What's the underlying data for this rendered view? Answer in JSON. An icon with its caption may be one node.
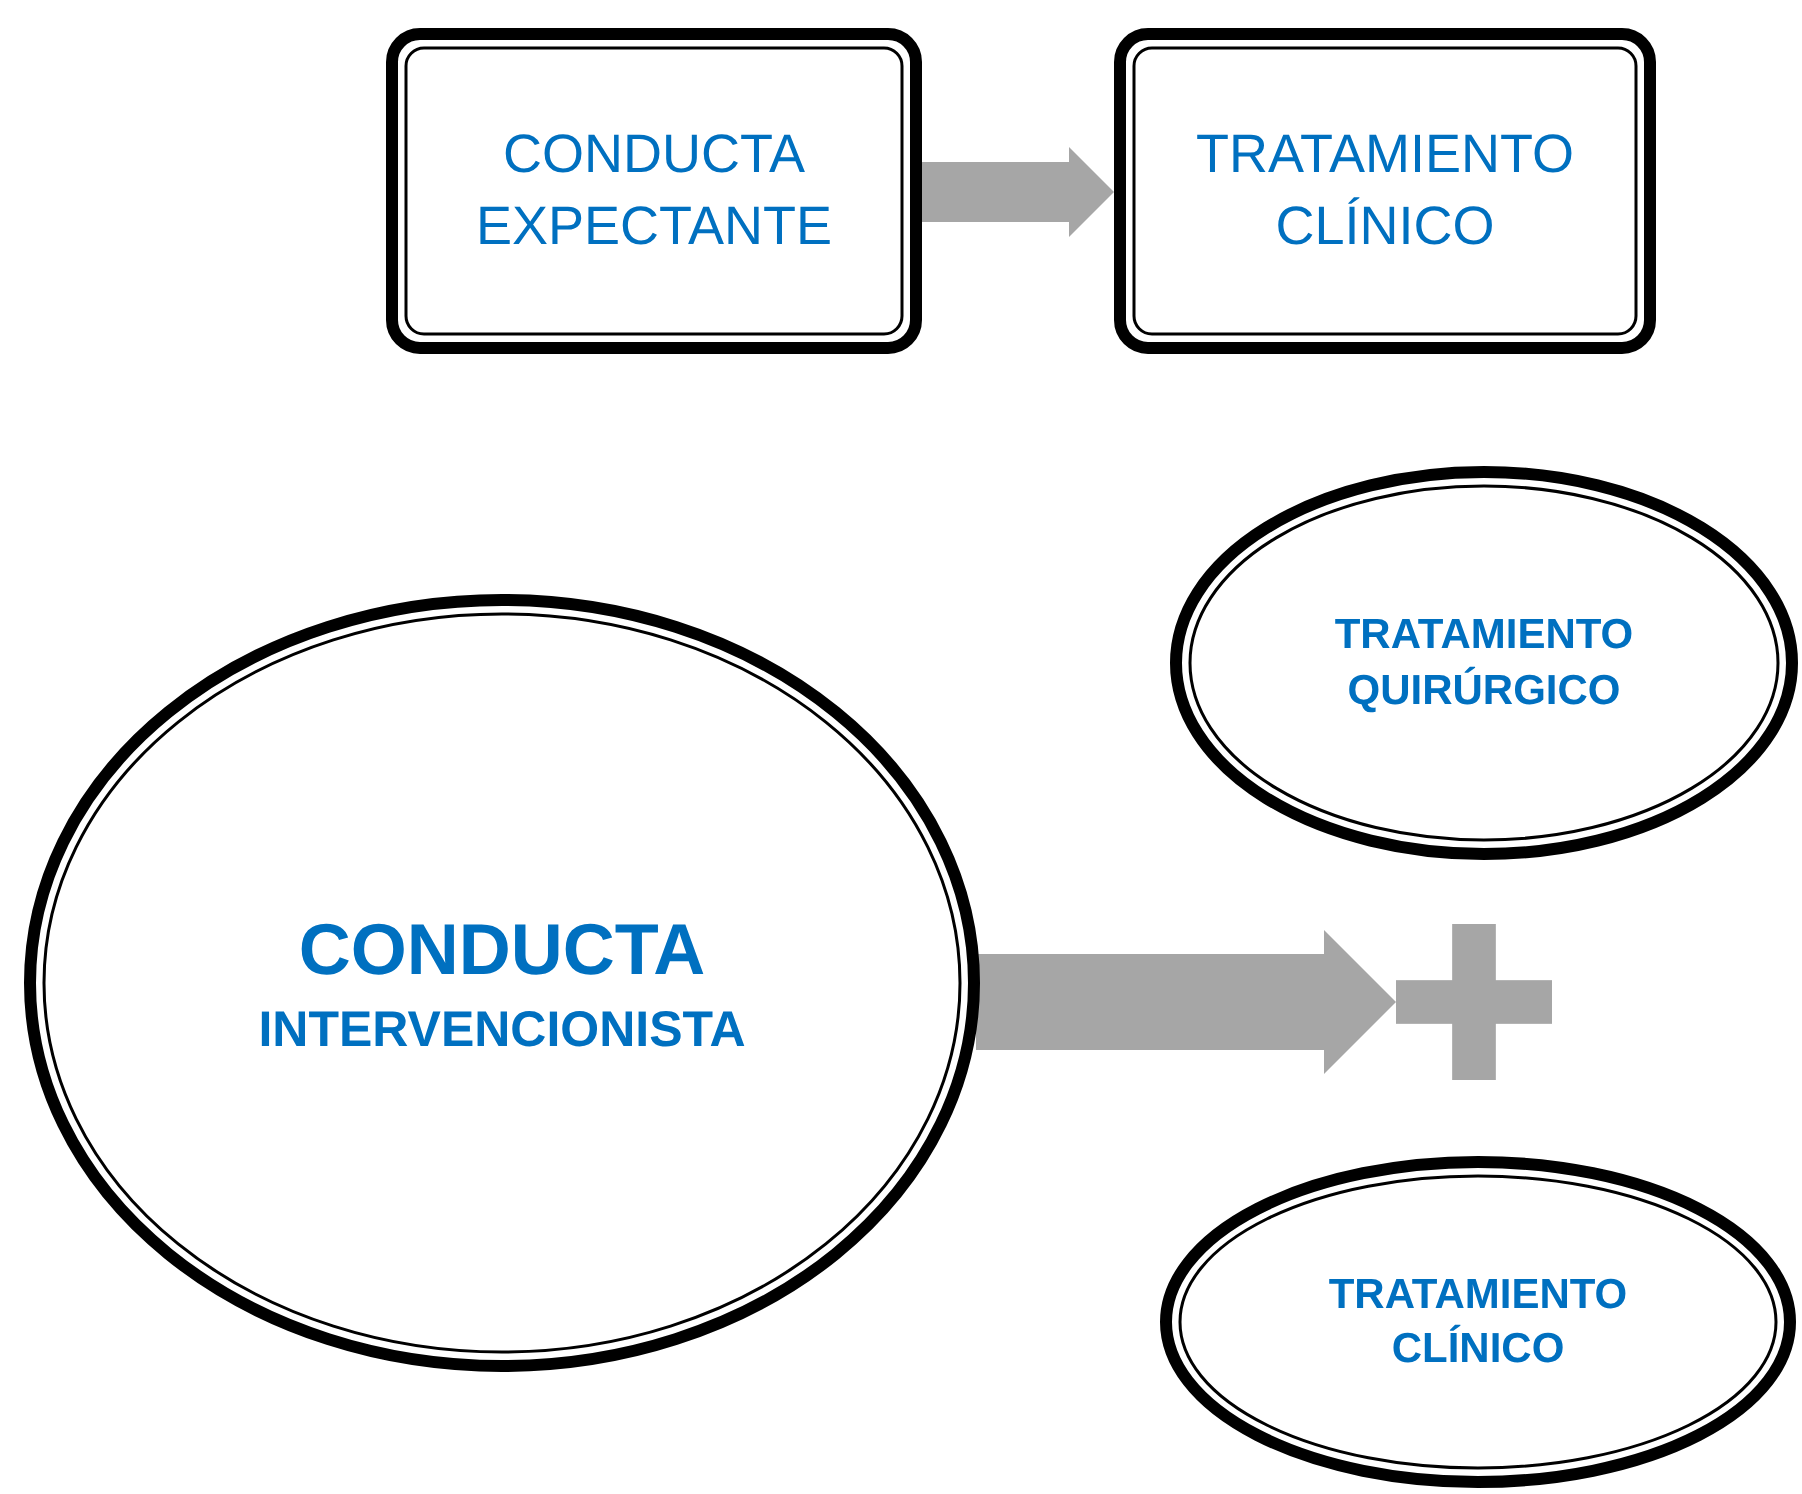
{
  "diagram": {
    "nodes": [
      {
        "text": [
          "CONDUCTA EXPECTANTE"
        ]
      },
      {
        "text": [
          "TRATAMIENTO CLÍNICO"
        ]
      },
      {
        "text": [
          "CONDUCTA",
          "INTERVENCIONISTA"
        ]
      },
      {
        "text": [
          "TRATAMIENTO QUIRÚRGICO"
        ]
      },
      {
        "text": [
          "TRATAMIENTO CLÍNICO"
        ]
      },
      {
        "text": [],
        "shape": "plus"
      }
    ],
    "edges": [
      {
        "from": 0,
        "to": 1,
        "arrow": "to",
        "color": "#a6a6a6"
      },
      {
        "from": 2,
        "to": 5,
        "arrow": "to",
        "color": "#a6a6a6"
      }
    ]
  }
}
